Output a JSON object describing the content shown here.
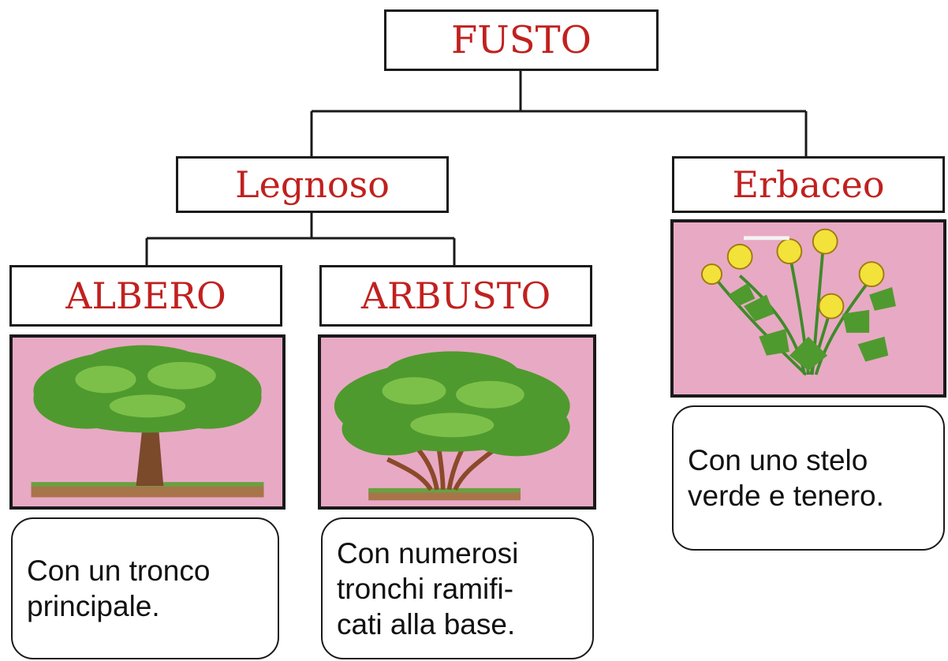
{
  "root": {
    "title": "FUSTO"
  },
  "categories": {
    "woody": {
      "title": "Legnoso"
    },
    "herbaceous": {
      "title": "Erbaceo"
    }
  },
  "types": {
    "tree": {
      "title": "ALBERO",
      "description": "Con un tronco\nprincipale.",
      "icon": "tree-icon"
    },
    "shrub": {
      "title": "ARBUSTO",
      "description": "Con numerosi\ntronchi ramifi-\ncati alla base.",
      "icon": "shrub-icon"
    },
    "herb": {
      "description": "Con uno stelo\nverde e tenero.",
      "icon": "flower-plant-icon"
    }
  },
  "colors": {
    "heading_text": "#c0211f",
    "picture_background": "#e8a9c4",
    "foliage": "#4f9a2e",
    "trunk": "#7a4a2a",
    "flower": "#f3e23a"
  }
}
